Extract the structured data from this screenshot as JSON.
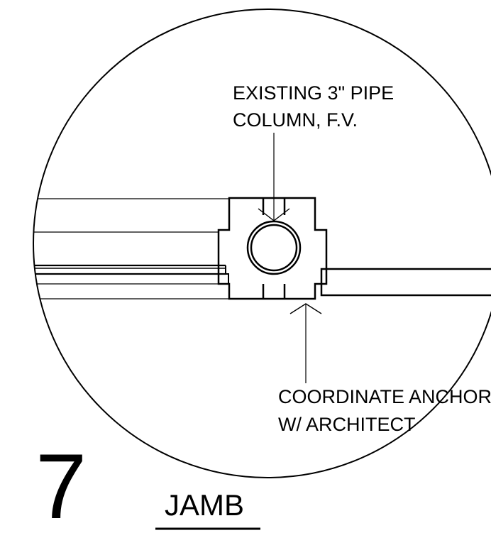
{
  "callout_column": {
    "line1": "EXISTING 3\" PIPE",
    "line2": "COLUMN, F.V."
  },
  "callout_anchor": {
    "line1": "COORDINATE ANCHOR",
    "line2": "W/ ARCHITECT"
  },
  "detail": {
    "number": "7",
    "title": "JAMB"
  },
  "colors": {
    "ink": "#000000",
    "paper": "#ffffff"
  }
}
